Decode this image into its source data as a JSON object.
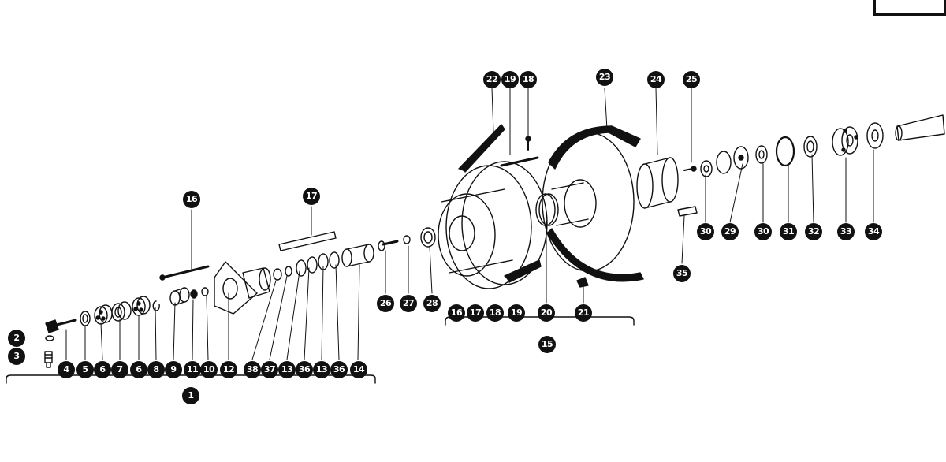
{
  "colors": {
    "ink": "#111111",
    "paper": "#ffffff",
    "shade": "#cfcfcf"
  },
  "callouts": [
    {
      "label": "1"
    },
    {
      "label": "2"
    },
    {
      "label": "3"
    },
    {
      "label": "4"
    },
    {
      "label": "5"
    },
    {
      "label": "6"
    },
    {
      "label": "7"
    },
    {
      "label": "6"
    },
    {
      "label": "8"
    },
    {
      "label": "9"
    },
    {
      "label": "11"
    },
    {
      "label": "10"
    },
    {
      "label": "12"
    },
    {
      "label": "38"
    },
    {
      "label": "37"
    },
    {
      "label": "13"
    },
    {
      "label": "36"
    },
    {
      "label": "13"
    },
    {
      "label": "36"
    },
    {
      "label": "14"
    },
    {
      "label": "16"
    },
    {
      "label": "17"
    },
    {
      "label": "26"
    },
    {
      "label": "27"
    },
    {
      "label": "28"
    },
    {
      "label": "16"
    },
    {
      "label": "17"
    },
    {
      "label": "18"
    },
    {
      "label": "19"
    },
    {
      "label": "20"
    },
    {
      "label": "21"
    },
    {
      "label": "15"
    },
    {
      "label": "22"
    },
    {
      "label": "19"
    },
    {
      "label": "18"
    },
    {
      "label": "23"
    },
    {
      "label": "24"
    },
    {
      "label": "25"
    },
    {
      "label": "30"
    },
    {
      "label": "29"
    },
    {
      "label": "30"
    },
    {
      "label": "31"
    },
    {
      "label": "32"
    },
    {
      "label": "33"
    },
    {
      "label": "34"
    },
    {
      "label": "35"
    }
  ]
}
